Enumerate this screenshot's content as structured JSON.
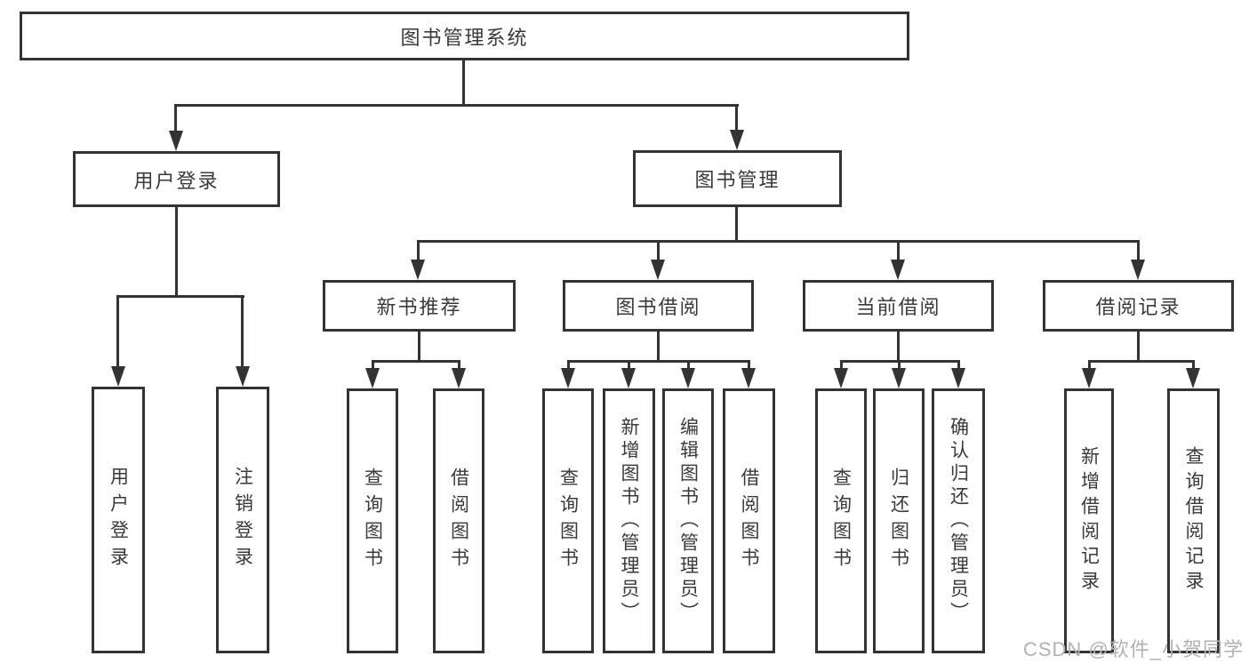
{
  "diagram": {
    "title": "图书管理系统",
    "root": {
      "label": "图书管理系统"
    },
    "level2": [
      {
        "label": "用户登录"
      },
      {
        "label": "图书管理"
      }
    ],
    "level3": [
      {
        "label": "新书推荐"
      },
      {
        "label": "图书借阅"
      },
      {
        "label": "当前借阅"
      },
      {
        "label": "借阅记录"
      }
    ],
    "leaves": {
      "userLogin": [
        "用户登录",
        "注销登录"
      ],
      "newBook": [
        "查询图书",
        "借阅图书"
      ],
      "bookBorrow": [
        "查询图书",
        "新增图书（管理员）",
        "编辑图书（管理员）",
        "借阅图书"
      ],
      "currentBorrow": [
        "查询图书",
        "归还图书",
        "确认归还（管理员）"
      ],
      "borrowRecords": [
        "新增借阅记录",
        "查询借阅记录"
      ]
    }
  },
  "watermark": {
    "text": "CSDN @软件_小贺同学"
  },
  "colors": {
    "line": "#333333",
    "text": "#3a3a3a",
    "background": "#ffffff",
    "watermark": "#b2b2b2"
  }
}
